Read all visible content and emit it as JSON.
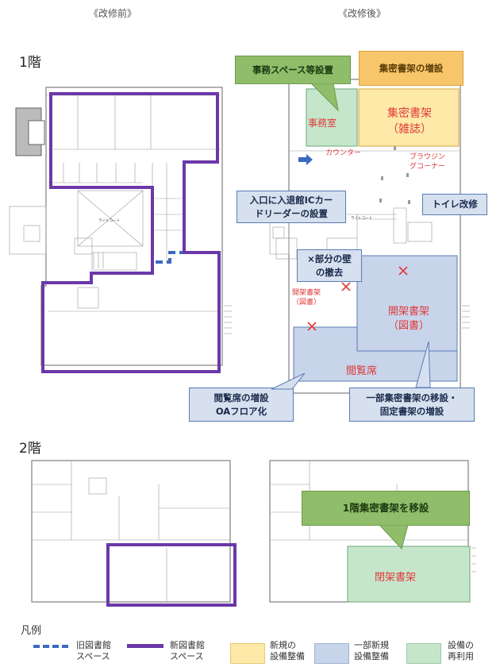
{
  "headers": {
    "before": "《改修前》",
    "after": "《改修後》"
  },
  "floors": {
    "first": "1階",
    "second": "2階"
  },
  "callouts": {
    "office_space": "事務スペース等設置",
    "compact_shelf": "集密書架の増設",
    "ic_reader_line1": "入口に入退館ICカー",
    "ic_reader_line2": "ドリーダーの設置",
    "toilet": "トイレ改修",
    "wall_line1": "×部分の壁",
    "wall_line2": "の撤去",
    "reading_line1": "閲覧席の増設",
    "reading_line2": "OAフロア化",
    "relocation_line1": "一部集密書架の移設・",
    "relocation_line2": "固定書架の増設",
    "move_2f": "1階集密書架を移設"
  },
  "rooms_after": {
    "office": "事務室",
    "compact_line1": "集密書架",
    "compact_line2": "（雑誌）",
    "counter": "カウンター",
    "browsing_line1": "ブラウジン",
    "browsing_line2": "グコーナー",
    "open_shelf_small_line1": "開架書架",
    "open_shelf_small_line2": "（図書）",
    "open_shelf_line1": "開架書架",
    "open_shelf_line2": "（図書）",
    "reading": "閲覧席",
    "closed_shelf": "閉架書架",
    "light_court": "ライトコート"
  },
  "legend": {
    "title": "凡例",
    "old_library_line1": "旧図書館",
    "old_library_line2": "スペース",
    "new_library_line1": "新図書館",
    "new_library_line2": "スペース",
    "new_equipment_line1": "新規の",
    "new_equipment_line2": "設備整備",
    "partial_equipment_line1": "一部新規",
    "partial_equipment_line2": "設備整備",
    "reuse_line1": "設備の",
    "reuse_line2": "再利用"
  },
  "colors": {
    "old_library": "#3b6ac0",
    "new_library": "#6b38a8",
    "new_equipment": "#fde9a8",
    "partial_equipment": "#c8d4ea",
    "reuse": "#c6e6cc",
    "callout_green": "#8fbd6a",
    "callout_orange": "#f7c56a",
    "callout_blue": "#d6e0ef",
    "marker_red": "#e03a3a"
  },
  "icons": [
    "cross-mark-icon",
    "arrow-right-icon"
  ]
}
